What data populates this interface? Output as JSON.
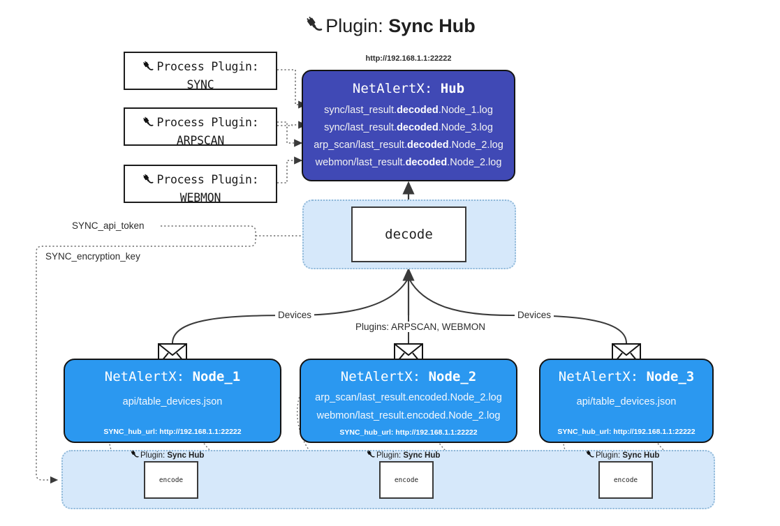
{
  "title": {
    "icon": "plug-icon",
    "prefix": "Plugin:",
    "name": "Sync Hub"
  },
  "process_plugins": [
    {
      "label": "Process Plugin:",
      "name": "SYNC",
      "icon": "plug-icon"
    },
    {
      "label": "Process Plugin:",
      "name": "ARPSCAN",
      "icon": "plug-icon"
    },
    {
      "label": "Process Plugin:",
      "name": "WEBMON",
      "icon": "plug-icon"
    }
  ],
  "hub": {
    "url": "http://192.168.1.1:22222",
    "title_prefix": "NetAlertX:",
    "title_name": "Hub",
    "lines": [
      {
        "pre": "sync/last_result.",
        "em": "decoded",
        "post": ".Node_1.log"
      },
      {
        "pre": "sync/last_result.",
        "em": "decoded",
        "post": ".Node_3.log"
      },
      {
        "pre": "arp_scan/last_result.",
        "em": "decoded",
        "post": ".Node_2.log"
      },
      {
        "pre": "webmon/last_result.",
        "em": "decoded",
        "post": ".Node_2.log"
      }
    ]
  },
  "decode": {
    "label": "decode"
  },
  "secrets": [
    {
      "label": "SYNC_api_token"
    },
    {
      "label": "SYNC_encryption_key"
    }
  ],
  "edge_labels": {
    "devices_left": "Devices",
    "devices_right": "Devices",
    "plugins_center": "Plugins: ARPSCAN, WEBMON"
  },
  "nodes": [
    {
      "title_prefix": "NetAlertX:",
      "title_name": "Node_1",
      "icon": "envelope-icon",
      "lines": [
        "api/table_devices.json"
      ],
      "footer": "SYNC_hub_url: http://192.168.1.1:22222"
    },
    {
      "title_prefix": "NetAlertX:",
      "title_name": "Node_2",
      "icon": "envelope-icon",
      "lines": [
        "arp_scan/last_result.encoded.Node_2.log",
        "webmon/last_result.encoded.Node_2.log"
      ],
      "footer": "SYNC_hub_url: http://192.168.1.1:22222"
    },
    {
      "title_prefix": "NetAlertX:",
      "title_name": "Node_3",
      "icon": "envelope-icon",
      "lines": [
        "api/table_devices.json"
      ],
      "footer": "SYNC_hub_url: http://192.168.1.1:22222"
    }
  ],
  "encoders": [
    {
      "tag_prefix": "Plugin:",
      "tag_name": "Sync Hub",
      "label": "encode",
      "icon": "plug-icon"
    },
    {
      "tag_prefix": "Plugin:",
      "tag_name": "Sync Hub",
      "label": "encode",
      "icon": "plug-icon"
    },
    {
      "tag_prefix": "Plugin:",
      "tag_name": "Sync Hub",
      "label": "encode",
      "icon": "plug-icon"
    }
  ],
  "colors": {
    "hub": "#4049b5",
    "node": "#2b98f0",
    "pool": "#d6e8fa",
    "stroke": "#3a3a3a"
  }
}
